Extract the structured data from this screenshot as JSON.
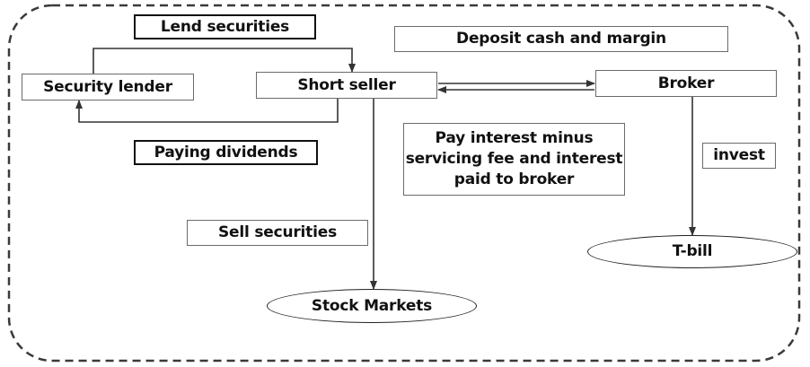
{
  "nodes": {
    "security_lender": "Security lender",
    "short_seller": "Short seller",
    "broker": "Broker",
    "stock_markets": "Stock Markets",
    "t_bill": "T-bill"
  },
  "labels": {
    "lend_securities": "Lend securities",
    "paying_dividends": "Paying dividends",
    "deposit_cash_margin": "Deposit cash and margin",
    "pay_interest": "Pay interest minus servicing fee and interest paid to broker",
    "sell_securities": "Sell securities",
    "invest": "invest"
  }
}
